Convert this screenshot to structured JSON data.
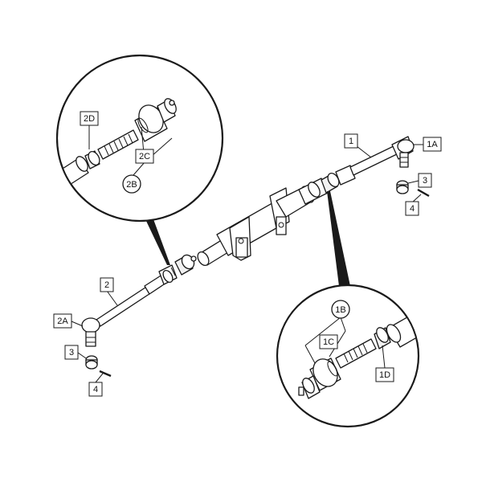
{
  "labels": {
    "l1": "1",
    "l1A": "1A",
    "l1B": "1B",
    "l1C": "1C",
    "l1D": "1D",
    "l2": "2",
    "l2A": "2A",
    "l2B": "2B",
    "l2C": "2C",
    "l2D": "2D",
    "l3_right": "3",
    "l4_right": "4",
    "l3_left": "3",
    "l4_left": "4"
  },
  "colors": {
    "highlight": "#ffff33",
    "line": "#1a1a1a"
  }
}
